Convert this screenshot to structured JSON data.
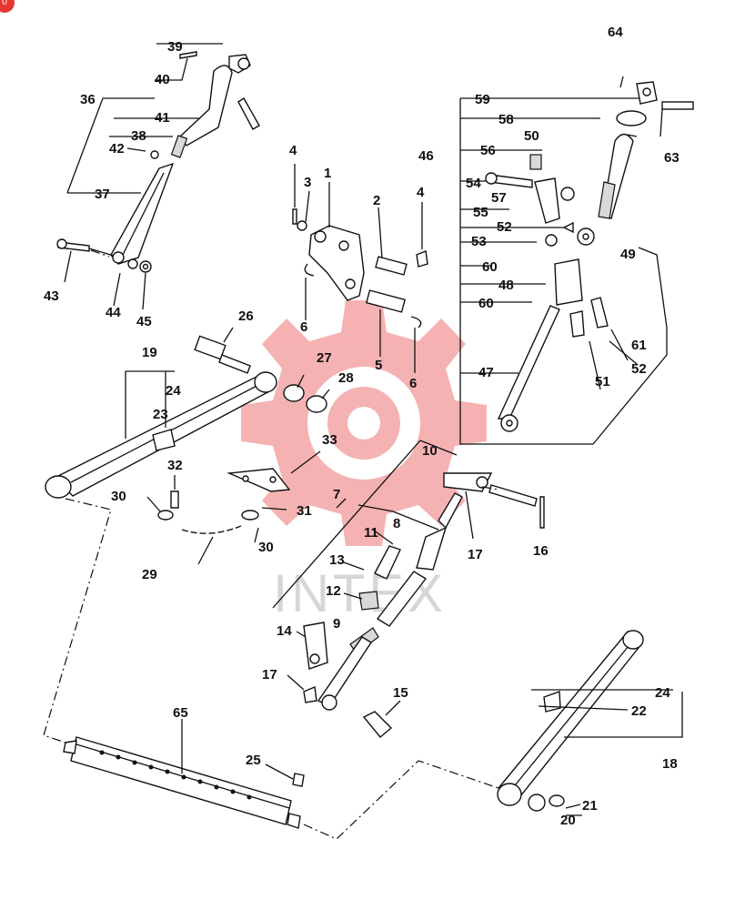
{
  "page": {
    "badge": "0",
    "watermark_text": "INTEX"
  },
  "callouts": [
    "1",
    "2",
    "3",
    "4",
    "4",
    "5",
    "6",
    "6",
    "7",
    "8",
    "9",
    "10",
    "11",
    "12",
    "13",
    "14",
    "15",
    "16",
    "17",
    "17",
    "18",
    "19",
    "20",
    "21",
    "22",
    "23",
    "24",
    "24",
    "25",
    "26",
    "27",
    "28",
    "29",
    "30",
    "30",
    "31",
    "32",
    "33",
    "36",
    "37",
    "38",
    "39",
    "40",
    "41",
    "42",
    "43",
    "44",
    "45",
    "46",
    "47",
    "48",
    "49",
    "50",
    "51",
    "52",
    "52",
    "53",
    "54",
    "55",
    "56",
    "57",
    "58",
    "59",
    "60",
    "60",
    "61",
    "63",
    "64",
    "65"
  ],
  "colors": {
    "line": "#111111",
    "watermark_red": "#f4a5a5",
    "watermark_gray": "#cfcfcf",
    "badge": "#e53935"
  }
}
